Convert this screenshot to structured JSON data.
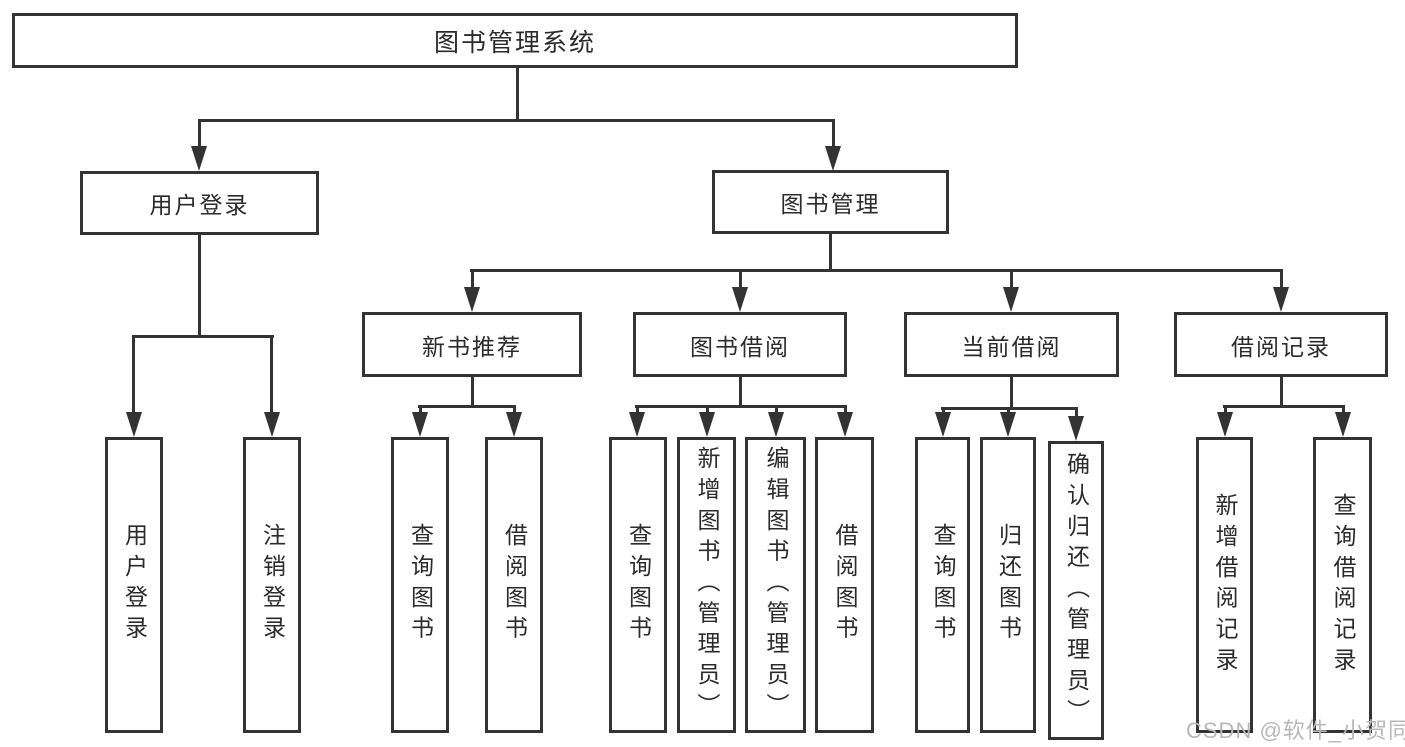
{
  "diagram": {
    "root": "图书管理系统",
    "level2": {
      "user_login": "用户登录",
      "book_mgmt": "图书管理"
    },
    "level3": {
      "new_books": "新书推荐",
      "book_borrow": "图书借阅",
      "current_borrow": "当前借阅",
      "borrow_records": "借阅记录"
    },
    "leaves": {
      "user_login": [
        "用户登录",
        "注销登录"
      ],
      "new_books": [
        "查询图书",
        "借阅图书"
      ],
      "book_borrow": [
        "查询图书",
        "新增图书（管理员）",
        "编辑图书（管理员）",
        "借阅图书"
      ],
      "current_borrow": [
        "查询图书",
        "归还图书",
        "确认归还（管理员）"
      ],
      "borrow_records": [
        "新增借阅记录",
        "查询借阅记录"
      ]
    }
  },
  "watermark": "CSDN @软件_小贺同学",
  "colors": {
    "line": "#333333",
    "box_border": "#333333",
    "box_bg": "#ffffff",
    "text": "#2b2b2b",
    "watermark": "#b8b8b8"
  }
}
